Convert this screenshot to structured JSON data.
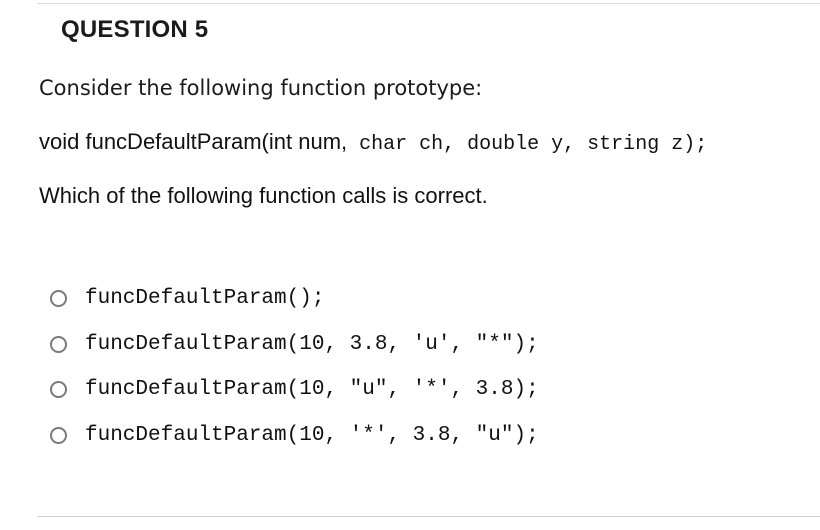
{
  "question": {
    "title": "QUESTION 5",
    "intro": "Consider the following function prototype:",
    "prototype_name": "void funcDefaultParam(int num,",
    "prototype_params": " char ch, double y, string z);",
    "prompt": "Which of the following function calls is correct."
  },
  "options": [
    {
      "label": "funcDefaultParam();",
      "selected": false
    },
    {
      "label": "funcDefaultParam(10, 3.8, 'u', \"*\");",
      "selected": false
    },
    {
      "label": "funcDefaultParam(10, \"u\", '*', 3.8);",
      "selected": false
    },
    {
      "label": "funcDefaultParam(10, '*', 3.8, \"u\");",
      "selected": false
    }
  ]
}
